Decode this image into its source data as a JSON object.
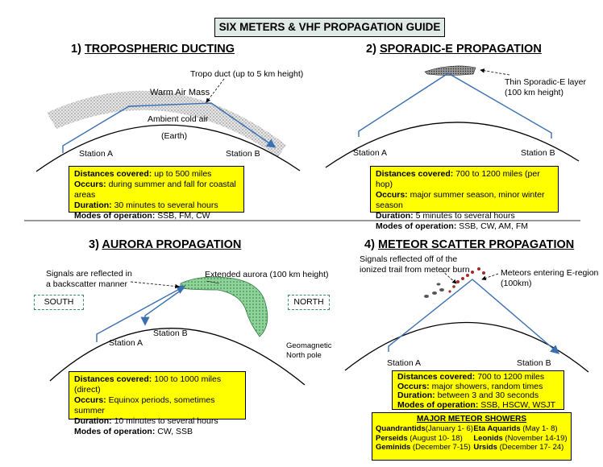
{
  "title": "SIX METERS & VHF PROPAGATION GUIDE",
  "sections": [
    {
      "number": "1)",
      "title": "TROPOSPHERIC DUCTING",
      "labels": {
        "tropo_duct": "Tropo duct (up to 5 km height)",
        "warm_air": "Warm Air Mass",
        "cold_air": "Ambient cold air",
        "earth": "(Earth)",
        "station_a": "Station A",
        "station_b": "Station B"
      },
      "info": {
        "distances_label": "Distances covered:",
        "distances_value": " up to 500 miles",
        "occurs_label": "Occurs:",
        "occurs_value": " during summer and fall for coastal areas",
        "duration_label": "Duration:",
        "duration_value": " 30 minutes to several hours",
        "modes_label": "Modes of operation:",
        "modes_value": " SSB, FM, CW"
      }
    },
    {
      "number": "2)",
      "title": "SPORADIC-E PROPAGATION",
      "labels": {
        "layer": "Thin Sporadic-E layer",
        "layer_height": "(100 km height)",
        "station_a": "Station A",
        "station_b": "Station B"
      },
      "info": {
        "distances_label": "Distances covered:",
        "distances_value": " 700 to 1200 miles (per hop)",
        "occurs_label": "Occurs:",
        "occurs_value": " major summer season, minor winter season",
        "duration_label": "Duration:",
        "duration_value": " 5 minutes to several hours",
        "modes_label": "Modes of operation:",
        "modes_value": " SSB, CW, AM, FM"
      }
    },
    {
      "number": "3)",
      "title": "AURORA PROPAGATION",
      "labels": {
        "reflected_1": "Signals are reflected in",
        "reflected_2": "a backscatter manner",
        "aurora": "Extended aurora (100 km height)",
        "south": "SOUTH",
        "north": "NORTH",
        "pole_1": "Geomagnetic",
        "pole_2": "North pole",
        "station_a": "Station A",
        "station_b": "Station B"
      },
      "info": {
        "distances_label": "Distances covered:",
        "distances_value": " 100 to 1000 miles (direct)",
        "occurs_label": "Occurs:",
        "occurs_value": " Equinox periods, sometimes summer",
        "duration_label": "Duration:",
        "duration_value": " 10 minutes to several hours",
        "modes_label": "Modes of operation:",
        "modes_value": " CW, SSB"
      }
    },
    {
      "number": "4)",
      "title": "METEOR SCATTER PROPAGATION",
      "labels": {
        "reflected_1": "Signals reflected off of the",
        "reflected_2": "ionized trail from meteor burn",
        "meteors_1": "Meteors entering E-region",
        "meteors_2": "(100km)",
        "station_a": "Station A",
        "station_b": "Station B"
      },
      "info": {
        "distances_label": "Distances covered:",
        "distances_value": " 700 to 1200 miles",
        "occurs_label": "Occurs:",
        "occurs_value": " major showers, random times",
        "duration_label": "Duration:",
        "duration_value": " between 3 and 30 seconds",
        "modes_label": "Modes of operation:",
        "modes_value": " SSB, HSCW, WSJT"
      },
      "showers": {
        "heading": "MAJOR METEOR SHOWERS",
        "rows": [
          [
            {
              "name": "Quandrantids",
              "dates": "(January 1- 6)"
            },
            {
              "name": "Eta Aquarids",
              "dates": " (May 1- 8)"
            }
          ],
          [
            {
              "name": "Perseids",
              "dates": " (August 10- 18)"
            },
            {
              "name": "Leonids",
              "dates": " (November 14-19)"
            }
          ],
          [
            {
              "name": "Geminids",
              "dates": " (December 7-15)"
            },
            {
              "name": "Ursids",
              "dates": " (December 17- 24)"
            }
          ]
        ]
      }
    }
  ],
  "colors": {
    "info_box": "#ffff00",
    "signal_path": "#3a6fb0",
    "aurora_fill": "#7fc98a",
    "title_box": "#dfe9e6"
  }
}
